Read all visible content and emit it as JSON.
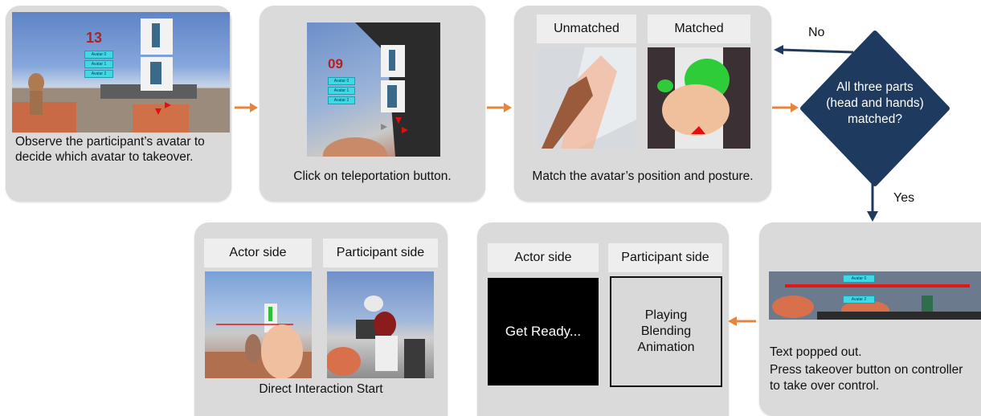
{
  "steps": {
    "observe": {
      "caption": "Observe the participant’s avatar to decide which avatar to takeover.",
      "countdown": "13",
      "avatar_buttons": [
        "Avatar 0",
        "Avatar 1",
        "Avatar 2"
      ]
    },
    "teleport": {
      "caption": "Click on teleportation button.",
      "countdown": "09",
      "avatar_buttons": [
        "Avatar 0",
        "Avatar 1",
        "Avatar 2"
      ]
    },
    "match": {
      "caption": "Match the avatar’s position and posture.",
      "unmatched_label": "Unmatched",
      "matched_label": "Matched"
    },
    "decision": {
      "question": "All three parts (head and hands) matched?",
      "no_label": "No",
      "yes_label": "Yes"
    },
    "popup": {
      "caption_line1": "Text popped out.",
      "caption_line2": "Press takeover button on controller to take over control.",
      "avatar_buttons": [
        "Avatar 0",
        "Avatar 2"
      ]
    },
    "blending": {
      "actor_label": "Actor side",
      "participant_label": "Participant side",
      "actor_screen": "Get Ready...",
      "participant_screen": "Playing Blending Animation"
    },
    "interaction": {
      "actor_label": "Actor side",
      "participant_label": "Participant side",
      "caption": "Direct Interaction Start"
    }
  },
  "colors": {
    "panel": "#dadada",
    "arrow_orange": "#e8853d",
    "decision_fill": "#1e3a5f",
    "dark_arrow": "#1e3a5f",
    "countdown_red": "#b22222"
  }
}
